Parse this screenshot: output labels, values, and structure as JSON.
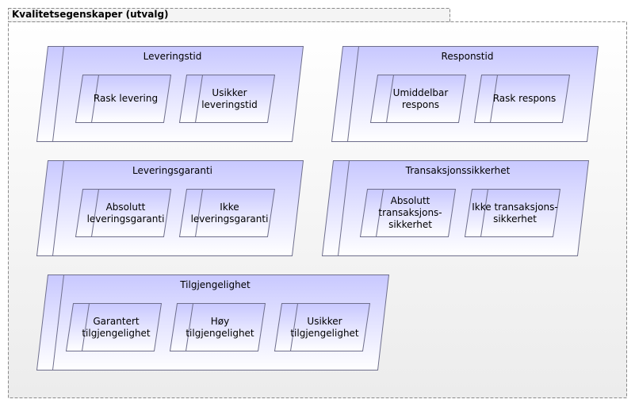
{
  "package": {
    "title": "Kvalitetsegenskaper (utvalg)"
  },
  "groups": [
    {
      "title": "Leveringstid",
      "items": [
        "Rask levering",
        "Usikker leveringstid"
      ]
    },
    {
      "title": "Responstid",
      "items": [
        "Umiddelbar respons",
        "Rask respons"
      ]
    },
    {
      "title": "Leveringsgaranti",
      "items": [
        "Absolutt\nleveringsgaranti",
        "Ikke leveringsgaranti"
      ]
    },
    {
      "title": "Transaksjonssikkerhet",
      "items": [
        "Absolutt\ntransaksjons-\nsikkerhet",
        "Ikke  transaksjons-\nsikkerhet"
      ]
    },
    {
      "title": "Tilgjengelighet",
      "items": [
        "Garantert\ntilgjengelighet",
        "Høy tilgjengelighet",
        "Usikker\ntilgjengelighet"
      ]
    }
  ],
  "colors": {
    "shape_fill_top": "#c8c8ff",
    "shape_fill_bottom": "#ffffff",
    "shape_stroke": "#6e6e8c",
    "package_fill": "#f4f4f4",
    "package_stroke": "#8a8a8a"
  }
}
